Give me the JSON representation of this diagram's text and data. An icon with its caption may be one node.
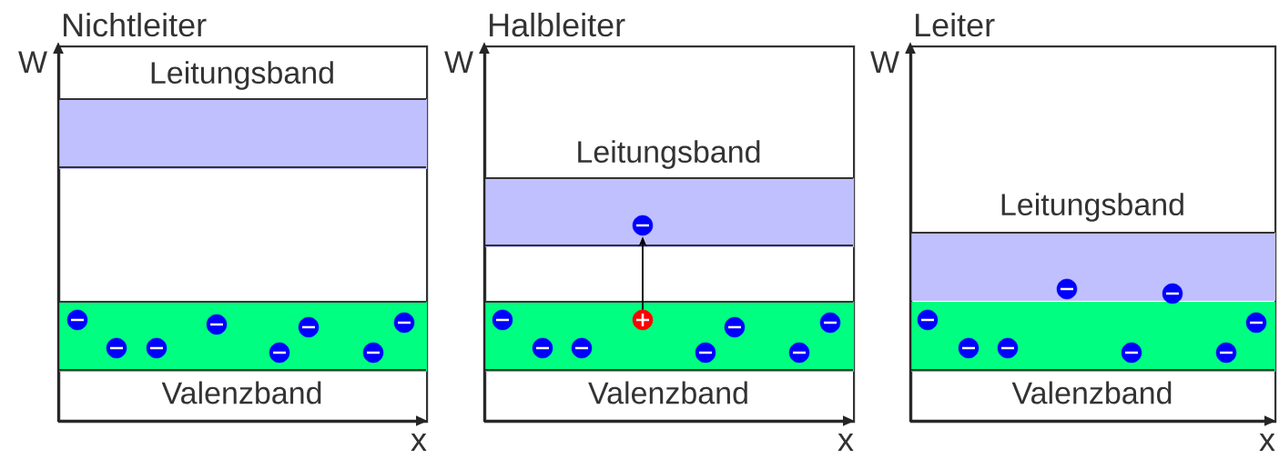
{
  "diagram": {
    "nodes": [
      {
        "text": [
          "Nichtleiter"
        ]
      },
      {
        "text": [
          "Leitungsband"
        ],
        "in": 0
      },
      {
        "text": [
          "Valenzband"
        ],
        "in": 0
      },
      {
        "text": [],
        "shape": "circle",
        "in": 2
      },
      {
        "text": [],
        "shape": "circle",
        "in": 2
      },
      {
        "text": [],
        "shape": "circle",
        "in": 2
      },
      {
        "text": [],
        "shape": "circle",
        "in": 2
      },
      {
        "text": [],
        "shape": "circle",
        "in": 2
      },
      {
        "text": [],
        "shape": "circle",
        "in": 2
      },
      {
        "text": [],
        "shape": "circle",
        "in": 2
      },
      {
        "text": [],
        "shape": "circle",
        "in": 2
      },
      {
        "text": [
          "Halbleiter"
        ]
      },
      {
        "text": [
          "Leitungsband"
        ],
        "in": 11
      },
      {
        "text": [
          "Valenzband"
        ],
        "in": 11
      },
      {
        "text": [],
        "shape": "circle",
        "in": 12
      },
      {
        "text": [],
        "shape": "circle",
        "in": 13
      },
      {
        "text": [],
        "shape": "circle",
        "in": 13
      },
      {
        "text": [],
        "shape": "circle",
        "in": 13
      },
      {
        "text": [],
        "shape": "circle",
        "in": 13
      },
      {
        "text": [],
        "shape": "circle",
        "in": 13
      },
      {
        "text": [],
        "shape": "circle",
        "in": 13
      },
      {
        "text": [],
        "shape": "circle",
        "in": 13
      },
      {
        "text": [],
        "shape": "circle",
        "in": 13
      },
      {
        "text": [
          "Leiter"
        ]
      },
      {
        "text": [
          "Leitungsband"
        ],
        "in": 23
      },
      {
        "text": [
          "Valenzband"
        ],
        "in": 23
      },
      {
        "text": [],
        "shape": "circle",
        "in": 24
      },
      {
        "text": [],
        "shape": "circle",
        "in": 24
      },
      {
        "text": [],
        "shape": "circle",
        "in": 25
      },
      {
        "text": [],
        "shape": "circle",
        "in": 25
      },
      {
        "text": [],
        "shape": "circle",
        "in": 25
      },
      {
        "text": [],
        "shape": "circle",
        "in": 25
      },
      {
        "text": [],
        "shape": "circle",
        "in": 25
      },
      {
        "text": [],
        "shape": "circle",
        "in": 25
      }
    ],
    "edges": [
      {
        "from": 18,
        "to": 14,
        "arrow": "to"
      }
    ],
    "labels": [
      "W",
      "x",
      "W",
      "x",
      "W",
      "x"
    ]
  }
}
